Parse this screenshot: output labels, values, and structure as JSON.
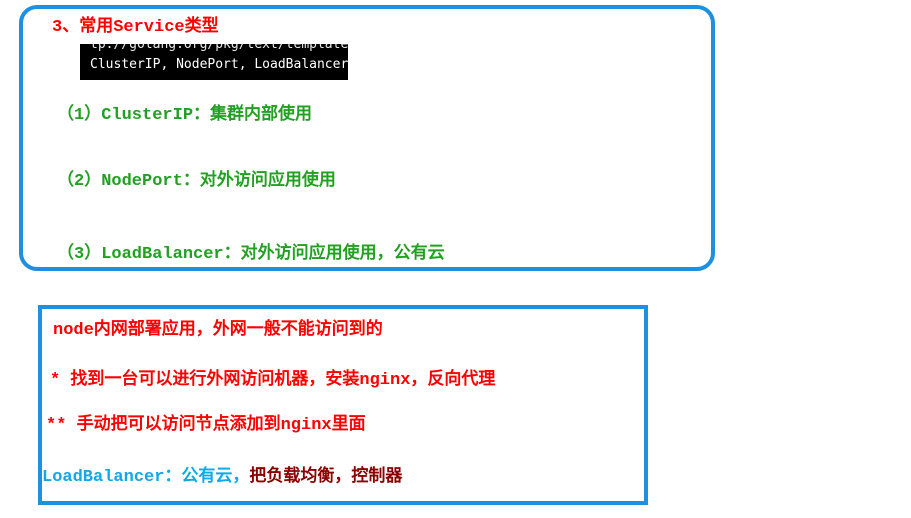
{
  "section_title": "3、常用Service类型",
  "terminal": {
    "line_cut": "tp://golang.org/pkg/text/template/#p",
    "line_main": "ClusterIP, NodePort, LoadBalancer,"
  },
  "types": [
    "（1）ClusterIP：集群内部使用",
    "（2）NodePort：对外访问应用使用",
    "（3）LoadBalancer：对外访问应用使用，公有云"
  ],
  "notes": {
    "line1": "node内网部署应用，外网一般不能访问到的",
    "line2": "* 找到一台可以进行外网访问机器，安装nginx，反向代理",
    "line3": "** 手动把可以访问节点添加到nginx里面",
    "line4_part1": "LoadBalancer：公有云，",
    "line4_part2": "把负载均衡，控制器"
  },
  "colors": {
    "border": "#1e90e0",
    "title": "#ff0000",
    "types": "#22a022",
    "notes": "#ff0000",
    "lb_prefix": "#10a8e8",
    "lb_suffix": "#8b0000"
  }
}
